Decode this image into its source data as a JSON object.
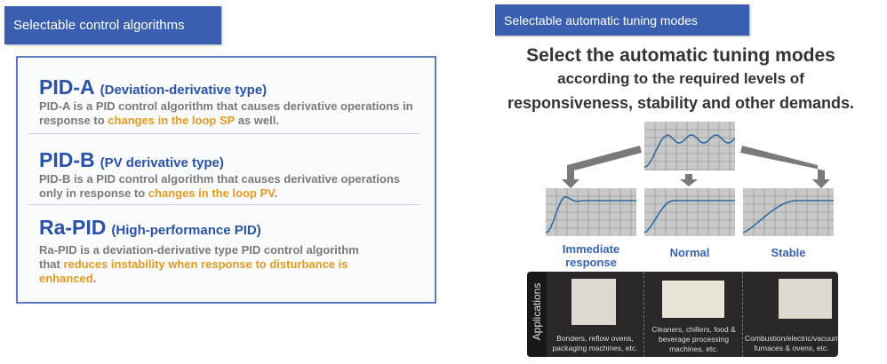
{
  "left": {
    "header": "Selectable control algorithms",
    "items": [
      {
        "name": "PID-A",
        "type": "(Deviation-derivative type)",
        "desc_pre": "PID-A is a PID control algorithm that causes derivative operations in response to ",
        "desc_hl": "changes in the loop SP",
        "desc_post": " as well."
      },
      {
        "name": "PID-B",
        "type": "(PV derivative type)",
        "desc_pre": "PID-B is a PID control algorithm that causes derivative operations only in response to ",
        "desc_hl": "changes in the loop PV",
        "desc_post": "."
      },
      {
        "name": "Ra-PID",
        "type": "(High-performance PID)",
        "desc_pre": "Ra-PID is a deviation-derivative type PID control algorithm that ",
        "desc_hl": "reduces instability when response to disturbance is enhanced",
        "desc_post": "."
      }
    ]
  },
  "right": {
    "header": "Selectable automatic tuning modes",
    "headline": "Select the automatic tuning modes",
    "sub1": "according to the required levels of",
    "sub2": "responsiveness, stability and other demands.",
    "modes": [
      {
        "label": "Immediate response"
      },
      {
        "label": "Normal"
      },
      {
        "label": "Stable"
      }
    ],
    "applications_label": "Applications",
    "applications": [
      "Bonders, reflow ovens, packaging machines, etc.",
      "Cleaners, chillers, food & beverage processing machines, etc.",
      "Combustion/electric/vacuum furnaces & ovens, etc."
    ]
  },
  "colors": {
    "accent": "#3a5fb0",
    "highlight": "#e39a1e",
    "curve": "#2f6aa0"
  }
}
